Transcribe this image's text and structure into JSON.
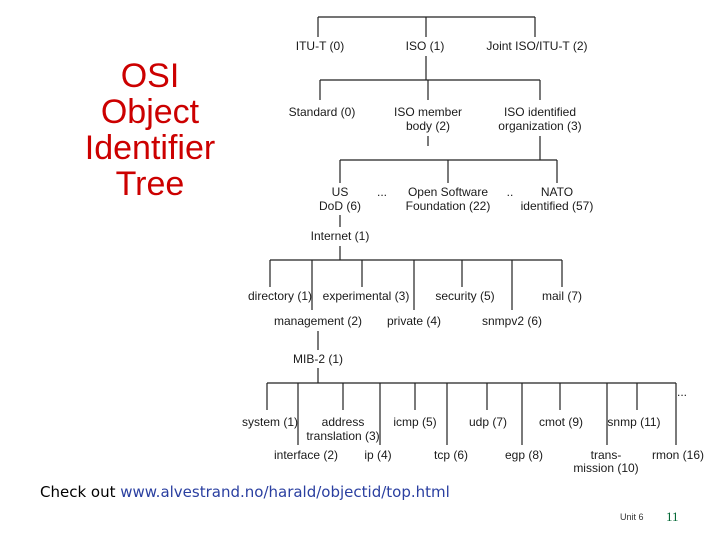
{
  "title_lines": [
    "OSI",
    "Object",
    "Identifier",
    "Tree"
  ],
  "colors": {
    "title": "#cc0000",
    "url": "#2a3fa0",
    "page_number": "#006633"
  },
  "nodes": {
    "itu_t": "ITU-T (0)",
    "iso": "ISO (1)",
    "joint": "Joint ISO/ITU-T (2)",
    "standard": "Standard (0)",
    "iso_member_1": "ISO member",
    "iso_member_2": "body (2)",
    "iso_identified_1": "ISO identified",
    "iso_identified_2": "organization (3)",
    "us_1": "US",
    "us_2": "DoD (6)",
    "ellipsis_a": "...",
    "osf_1": "Open Software",
    "osf_2": "Foundation (22)",
    "ellipsis_b": "..",
    "nato_1": "NATO",
    "nato_2": "identified (57)",
    "internet": "Internet (1)",
    "directory": "directory (1)",
    "experimental": "experimental (3)",
    "security": "security (5)",
    "mail": "mail (7)",
    "management": "management (2)",
    "private": "private (4)",
    "snmpv2": "snmpv2 (6)",
    "mib2": "MIB-2 (1)",
    "system": "system (1)",
    "address_1": "address",
    "address_2": "translation (3)",
    "icmp": "icmp (5)",
    "udp": "udp (7)",
    "cmot": "cmot (9)",
    "snmp": "snmp (11)",
    "ellipsis_c": "...",
    "interface": "interface (2)",
    "ip": "ip (4)",
    "tcp": "tcp (6)",
    "egp": "egp (8)",
    "trans_1": "trans-",
    "trans_2": "mission (10)",
    "rmon": "rmon (16)"
  },
  "footer": {
    "prefix": "Check out ",
    "url": "www.alvestrand.no/harald/objectid/top.html"
  },
  "unit_label": "Unit 6",
  "page_number": "11"
}
